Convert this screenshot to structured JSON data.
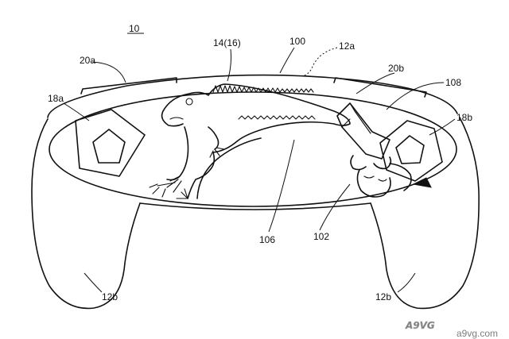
{
  "figure": {
    "ref_main": "10",
    "labels": {
      "screen_content": "14(16)",
      "controller_body": "100",
      "top_surface": "12a",
      "left_button": "20a",
      "right_button": "20b",
      "left_pad": "18a",
      "right_pad": "18b",
      "character_hand": "108",
      "creature": "106",
      "character": "102",
      "left_grip": "12b",
      "right_grip": "12b"
    },
    "watermark": {
      "brand": "A9VG",
      "url": "a9vg.com"
    }
  }
}
